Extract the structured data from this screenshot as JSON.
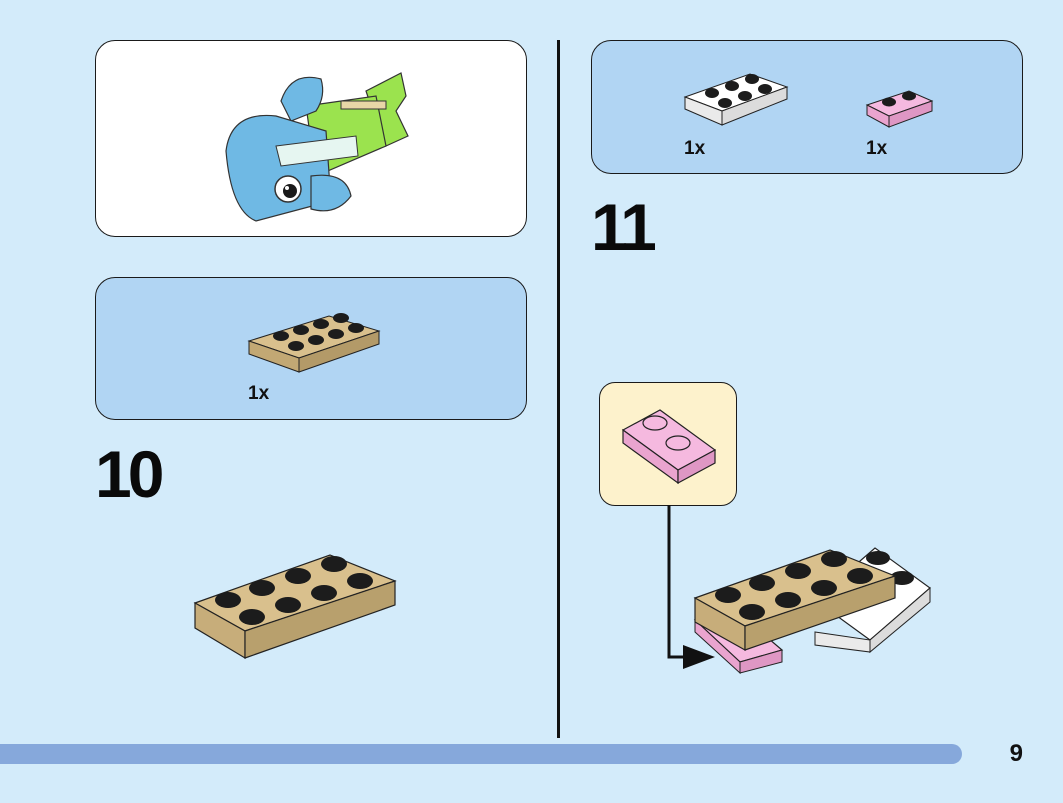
{
  "left": {
    "preview": {},
    "parts": [
      {
        "qty": "1x",
        "color": "tan"
      }
    ],
    "step": {
      "number": "10"
    }
  },
  "right": {
    "parts": [
      {
        "qty": "1x",
        "color": "white"
      },
      {
        "qty": "1x",
        "color": "pink"
      }
    ],
    "step": {
      "number": "11"
    }
  },
  "footer": {
    "page_number": "9"
  },
  "colors": {
    "background": "#d3ebfa",
    "parts_panel": "#b1d5f3",
    "callout": "#fdf2cc",
    "progress": "#86a8db",
    "tan": "#d9c08d",
    "pink": "#f5b9df",
    "white": "#ffffff",
    "fish_blue": "#6fb9e4",
    "fish_green": "#9be34e"
  },
  "icons": {
    "preview": "fish-model-icon",
    "tan_plate": "tan-plate-2x4-icon",
    "white_plate": "white-plate-2x3-icon",
    "pink_plate": "pink-plate-1x2-icon",
    "arrow": "arrow-icon"
  }
}
